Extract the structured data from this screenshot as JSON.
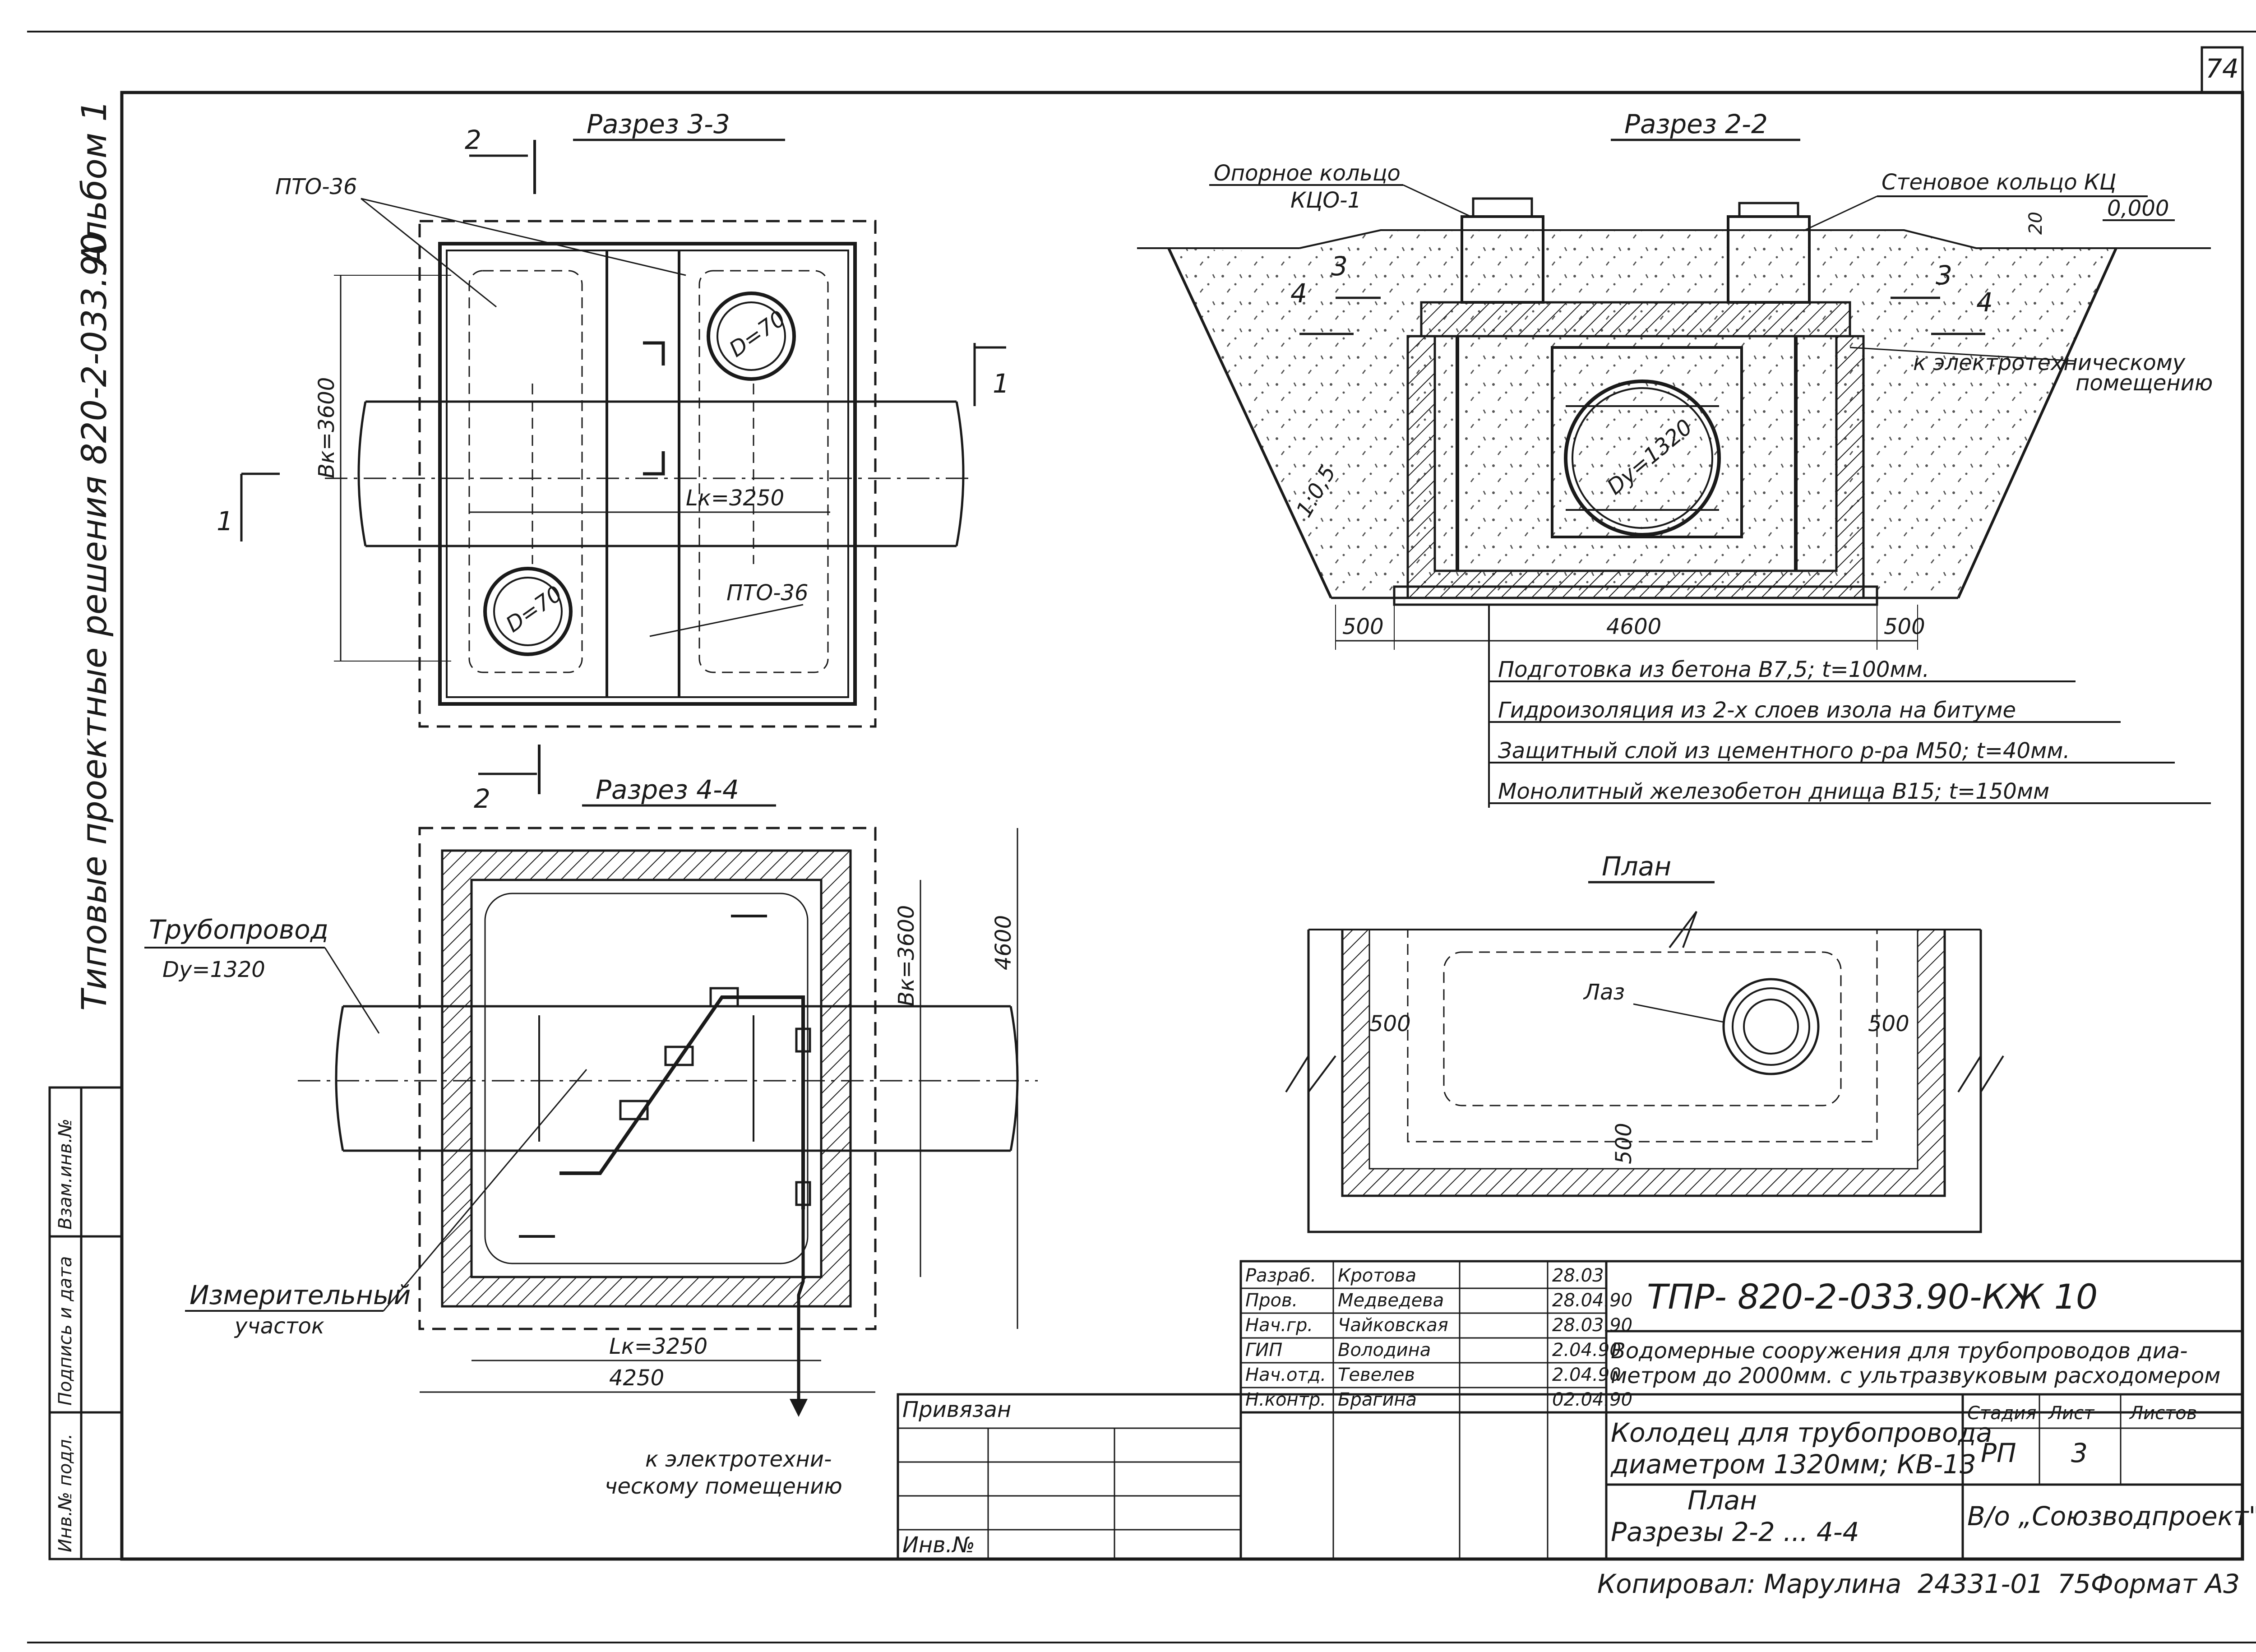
{
  "sheet": {
    "page_number": "74",
    "side_album": "Альбом 1",
    "side_series": "Типовые проектные решения 820-2-033.90"
  },
  "side_stamp": {
    "vzam": "Взам.инв.№",
    "podpis": "Подпись и дата",
    "inv_podl": "Инв.№ подл."
  },
  "section33": {
    "title": "Разрез 3-3",
    "cut_mark": "2",
    "side_mark": "1",
    "slab_top": "ПТО-36",
    "slab_bottom": "ПТО-36",
    "hatch_top": "D=70",
    "hatch_bottom": "D=70",
    "bk": "Вк=3600",
    "lk": "Lк=3250"
  },
  "section22": {
    "title": "Разрез 2-2",
    "support_ring": "Опорное кольцо",
    "support_ring_code": "КЦО-1",
    "wall_ring": "Стеновое кольцо КЦ",
    "level": "0,000",
    "dim_20": "20",
    "cut3": "3",
    "cut4": "4",
    "pipe": "Dу=1320",
    "slope": "1:0,5",
    "to_elec_1": "к электротехническому",
    "to_elec_2": "помещению",
    "dim_500_left": "500",
    "dim_4600": "4600",
    "dim_500_right": "500"
  },
  "layers": [
    "Подготовка из бетона В7,5; t=100мм.",
    "Гидроизоляция из 2-х слоев изола на битуме",
    "Защитный слой из цементного р-ра М50; t=40мм.",
    "Монолитный железобетон днища В15; t=150мм"
  ],
  "section44": {
    "title": "Разрез 4-4",
    "cut_mark": "2",
    "pipeline": "Трубопровод",
    "pipeline_dy": "Dу=1320",
    "measuring_1": "Измерительный",
    "measuring_2": "участок",
    "bk": "Вк=3600",
    "height": "4600",
    "lk": "Lк=3250",
    "width": "4250",
    "to_elec_1": "к электротехни-",
    "to_elec_2": "ческому помещению"
  },
  "plan": {
    "title": "План",
    "hatch": "Лаз",
    "dim_left": "500",
    "dim_right": "500",
    "dim_bottom": "500"
  },
  "title_block": {
    "privyazan": "Привязан",
    "inv_no": "Инв.№",
    "doc_code": "ТПР- 820-2-033.90-КЖ 10",
    "project_1": "Водомерные сооружения для трубопроводов диа-",
    "project_2": "метром до 2000мм. с ультразвуковым расходомером",
    "sheet_title_1": "Колодец для трубопровода",
    "sheet_title_2": "диаметром 1320мм; КВ-13",
    "sheet_name_1": "План",
    "sheet_name_2": "Разрезы 2-2 ... 4-4",
    "stage_h": "Стадия",
    "sheet_h": "Лист",
    "sheets_h": "Листов",
    "stage": "РП",
    "sheet_no": "3",
    "org": "В/о „Союзводпроект\"",
    "roles": [
      {
        "role": "Разраб.",
        "name": "Кротова",
        "date": "28.03"
      },
      {
        "role": "Пров.",
        "name": "Медведева",
        "date": "28.04.90"
      },
      {
        "role": "Нач.гр.",
        "name": "Чайковская",
        "date": "28.03.90"
      },
      {
        "role": "ГИП",
        "name": "Володина",
        "date": "2.04.90"
      },
      {
        "role": "Нач.отд.",
        "name": "Тевелев",
        "date": "2.04.90"
      },
      {
        "role": "Н.контр.",
        "name": "Брагина",
        "date": "02.04.90"
      }
    ]
  },
  "footer": {
    "copied": "Копировал: Марулина",
    "number": "24331-01",
    "format": "75Формат А3"
  }
}
